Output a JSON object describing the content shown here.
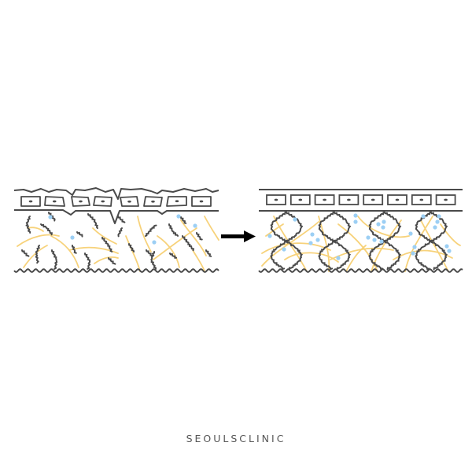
{
  "brand": {
    "name": "SEOULSCLINIC"
  },
  "diagram": {
    "panels": [
      {
        "id": "before",
        "condition": "damaged"
      },
      {
        "id": "after",
        "condition": "restored"
      }
    ],
    "arrow": "right-arrow"
  },
  "colors": {
    "outline": "#4a4a4a",
    "collagen": "#4a4a4a",
    "elastin": "#f7d27a",
    "moisture": "#9ccff4",
    "arrow": "#000000",
    "background": "#ffffff"
  }
}
